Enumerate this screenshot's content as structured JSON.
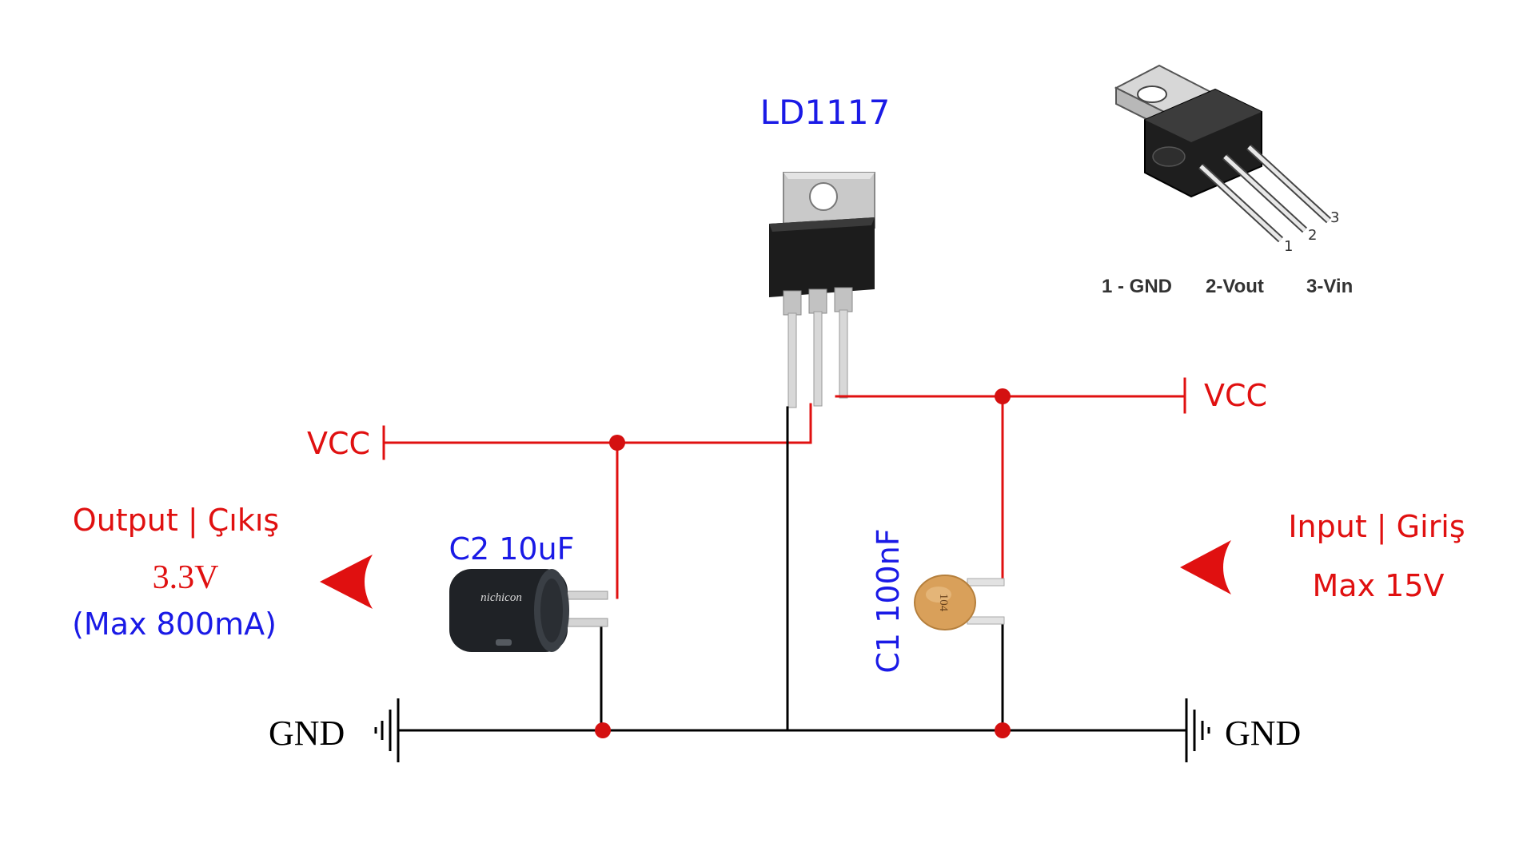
{
  "regulator": {
    "label": "LD1117"
  },
  "pinout": {
    "pins": [
      "1",
      "2",
      "3"
    ],
    "legend": [
      "1 - GND",
      "2-Vout",
      "3-Vin"
    ]
  },
  "vcc_left": "VCC",
  "vcc_right": "VCC",
  "gnd_left": "GND",
  "gnd_right": "GND",
  "output": {
    "title": "Output | Çıkış",
    "voltage": "3.3V",
    "current": "(Max 800mA)"
  },
  "input": {
    "title": "Input | Giriş",
    "voltage": "Max 15V"
  },
  "c2": {
    "label": "C2 10uF",
    "brand": "nichicon"
  },
  "c1": {
    "label": "C1 100nF",
    "marking": "104"
  },
  "colors": {
    "wire_red": "#e01010",
    "wire_black": "#000000",
    "label_blue": "#1a1ae6",
    "label_red": "#e01010",
    "cap_tan": "#d9a05a",
    "tab_grey": "#c8c8c8"
  }
}
